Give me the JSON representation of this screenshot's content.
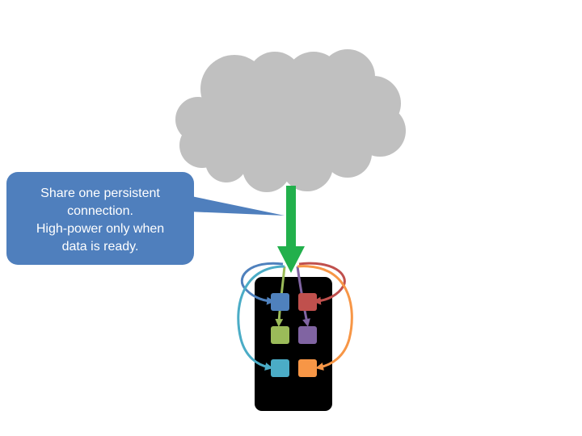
{
  "callout": {
    "line1": "Share one persistent",
    "line2": "connection.",
    "line3": "High-power only when",
    "line4": "data is ready."
  },
  "colors": {
    "cloud": "#c0c0c0",
    "callout": "#4f7fbd",
    "phone": "#000000",
    "main_arrow": "#22b04c",
    "app_blue": "#4f81bd",
    "app_red": "#c0504d",
    "app_green": "#9bbb59",
    "app_purple": "#8064a2",
    "app_teal": "#4bacc6",
    "app_orange": "#f79646"
  }
}
